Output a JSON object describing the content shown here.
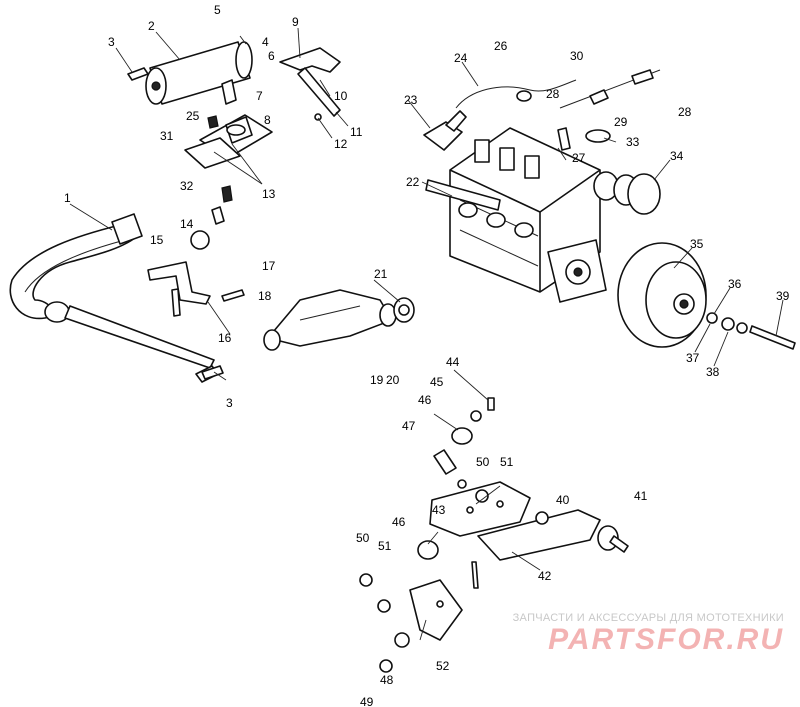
{
  "labels": [
    "1",
    "2",
    "3",
    "3",
    "4",
    "5",
    "6",
    "7",
    "8",
    "9",
    "10",
    "11",
    "12",
    "13",
    "14",
    "15",
    "16",
    "17",
    "18",
    "19",
    "20",
    "21",
    "22",
    "23",
    "24",
    "25",
    "26",
    "27",
    "28",
    "28",
    "29",
    "30",
    "31",
    "32",
    "33",
    "34",
    "35",
    "36",
    "37",
    "38",
    "39",
    "40",
    "41",
    "42",
    "43",
    "44",
    "45",
    "46",
    "46",
    "47",
    "48",
    "49",
    "50",
    "50",
    "51",
    "51",
    "52"
  ],
  "watermark": {
    "subtitle": "ЗАПЧАСТИ И АКСЕССУАРЫ ДЛЯ МОТОТЕХНИКИ",
    "brand": "PARTSFOR.RU"
  }
}
